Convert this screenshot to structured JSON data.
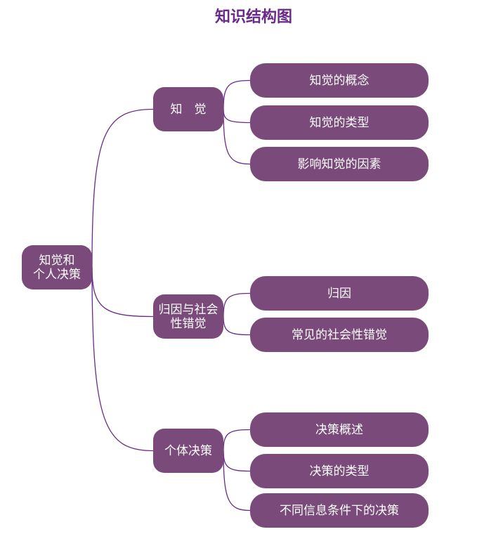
{
  "title": "知识结构图",
  "colors": {
    "node_fill": "#7a4a7a",
    "line": "#6a2a8a",
    "title": "#6a2a8a",
    "text": "#ffffff"
  },
  "root": {
    "label": "知觉和\n个人决策"
  },
  "branches": [
    {
      "label": "知　觉",
      "children": [
        "知觉的概念",
        "知觉的类型",
        "影响知觉的因素"
      ]
    },
    {
      "label": "归因与社会\n性错觉",
      "children": [
        "归因",
        "常见的社会性错觉"
      ]
    },
    {
      "label": "个体决策",
      "children": [
        "决策概述",
        "决策的类型",
        "不同信息条件下的决策"
      ]
    }
  ]
}
